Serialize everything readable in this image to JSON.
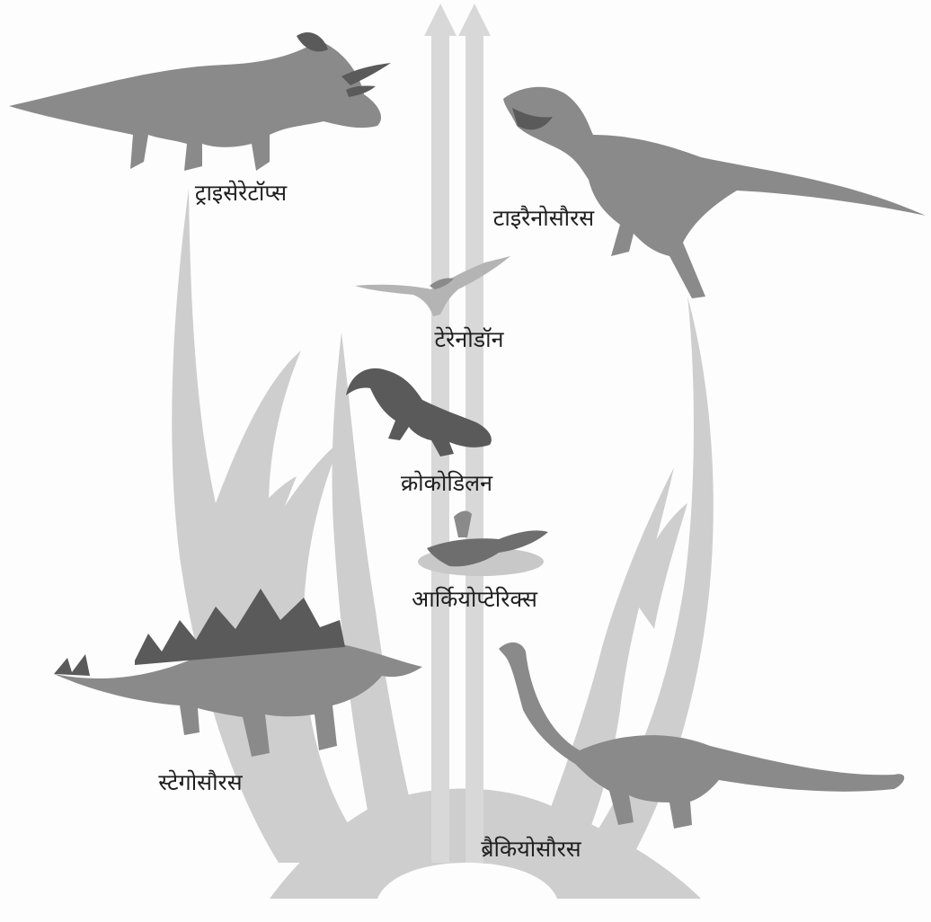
{
  "labels": {
    "triceratops": "ट्राइसेरेटॉप्स",
    "tyrannosaurus": "टाइरैनोसौरस",
    "pteranodon": "टेरेनोडॉन",
    "crocodile": "क्रोकोडिलन",
    "archaeopteryx": "आर्कियोप्टेरिक्स",
    "stegosaurus": "स्टेगोसौरस",
    "brachiosaurus": "ब्रैकियोसौरस"
  },
  "colors": {
    "tree": "#c9c9c9",
    "arrow": "#d8d8d8",
    "animal_dark": "#5a5a5a",
    "animal_mid": "#8a8a8a",
    "animal_light": "#b4b4b4"
  }
}
